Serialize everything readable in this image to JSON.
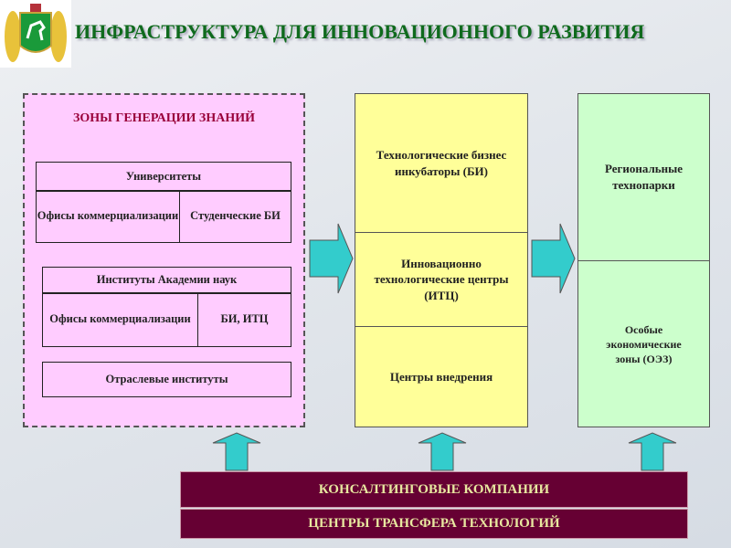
{
  "title": "ИНФРАСТРУКТУРА ДЛЯ ИННОВАЦИОННОГО РАЗВИТИЯ",
  "knowledge_zone": {
    "title": "ЗОНЫ ГЕНЕРАЦИИ ЗНАНИЙ",
    "universities": {
      "header": "Университеты",
      "left": "Офисы коммерциализации",
      "right": "Студенческие БИ"
    },
    "academy": {
      "header": "Институты Академии наук",
      "left": "Офисы коммерциализации",
      "right": "БИ, ИТЦ"
    },
    "sector": "Отраслевые институты"
  },
  "middle": [
    "Технологические бизнес инкубаторы (БИ)",
    "Инновационно технологические центры (ИТЦ)",
    "Центры внедрения"
  ],
  "right": [
    "Региональные технопарки",
    "Особые экономические зоны (ОЭЗ)"
  ],
  "bottom": [
    "КОНСАЛТИНГОВЫЕ КОМПАНИИ",
    "ЦЕНТРЫ ТРАНСФЕРА ТЕХНОЛОГИЙ"
  ],
  "colors": {
    "title": "#0f6a1d",
    "zone": "#ffccff",
    "yellow": "#ffff99",
    "green": "#ccffcc",
    "bar": "#660033",
    "arrow": "#33cccc"
  }
}
